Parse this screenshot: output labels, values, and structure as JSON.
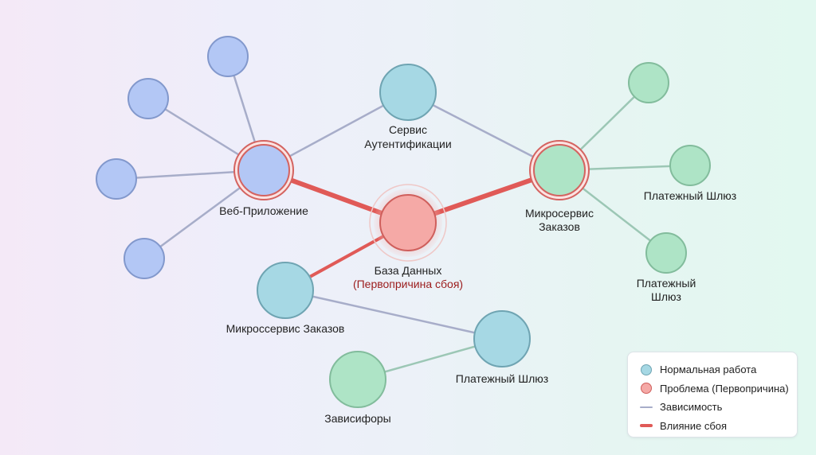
{
  "colors": {
    "normal_fill": "#a6d8e4",
    "normal_stroke": "#6fa4b2",
    "blue_fill": "#b3c7f5",
    "blue_stroke": "#8298cc",
    "green_fill": "#aee4c6",
    "green_stroke": "#82bc9c",
    "problem_fill": "#f5a9a6",
    "problem_stroke": "#cf5f5c",
    "dependency_edge": "#a7adc9",
    "green_edge": "#9cc7b5",
    "impact_edge": "#e05a57"
  },
  "nodes": {
    "web_app": {
      "label": "Веб-Приложение"
    },
    "auth_service": {
      "label_line1": "Сервис",
      "label_line2": "Аутентификации"
    },
    "database": {
      "label": "База Данных",
      "sublabel": "(Первопричина сбоя)"
    },
    "orders_microservice": {
      "label_line1": "Микросервис",
      "label_line2": "Заказов"
    },
    "payment_gateway_right": {
      "label": "Платежный Шлюз"
    },
    "payment_gateway_lower_right": {
      "label_line1": "Платежный",
      "label_line2": "Шлюз"
    },
    "orders_microservice_2": {
      "label": "Микроссервис Заказов"
    },
    "payment_gateway_bottom": {
      "label": "Платежный Шлюз"
    },
    "dependencies": {
      "label": "Зависифоры"
    }
  },
  "legend": {
    "items": [
      {
        "type": "dot",
        "label": "Нормальная работа"
      },
      {
        "type": "dot",
        "label": "Проблема (Первопричина)"
      },
      {
        "type": "line",
        "label": "Зависимость"
      },
      {
        "type": "line",
        "label": "Влияние сбоя"
      }
    ]
  }
}
